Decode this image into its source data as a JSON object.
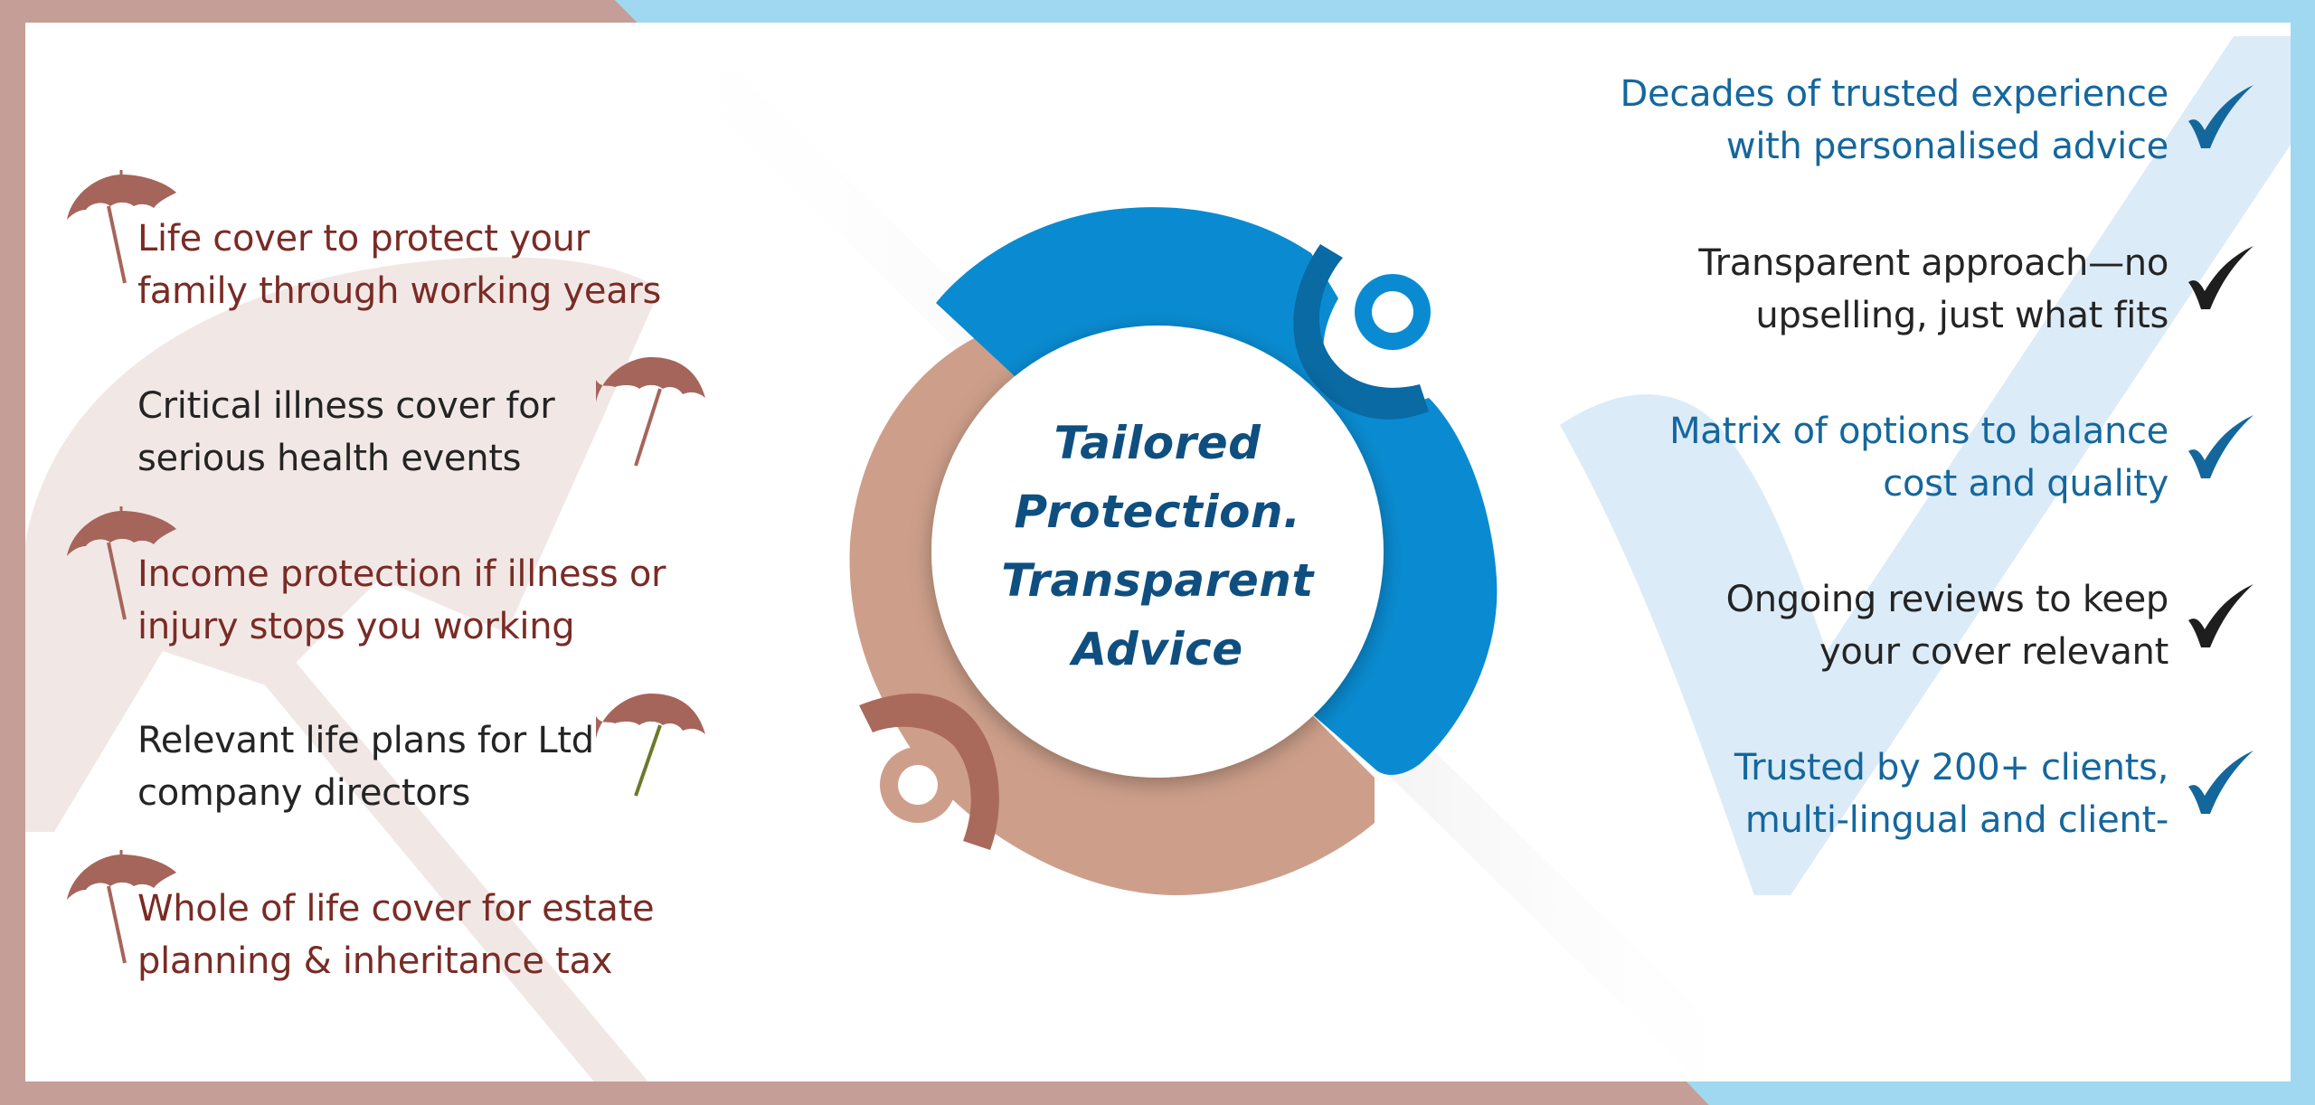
{
  "colors": {
    "frame_brown": "#c59e97",
    "frame_blue": "#a0d8f2",
    "ring_blue": "#0a8bd1",
    "ring_blue_dark": "#0a6aa3",
    "ring_tan": "#cd9f8a",
    "ring_tan_dark": "#a96a5c",
    "umbrella": "#a6655a",
    "text_brown": "#7a2b25",
    "text_dark": "#242424",
    "text_blue": "#14679d",
    "check_blue": "#14679d",
    "check_dark": "#1e1e1e"
  },
  "center": {
    "title_lines": [
      "Tailored",
      "Protection.",
      "Transparent",
      "Advice"
    ]
  },
  "left_items": [
    {
      "lines": [
        "Life cover to protect your",
        "family through working years"
      ],
      "color": "brown",
      "icon": "umbrella-icon",
      "icon_side": "left"
    },
    {
      "lines": [
        "Critical illness cover for",
        "serious health events"
      ],
      "color": "dark",
      "icon": "umbrella-icon",
      "icon_side": "right"
    },
    {
      "lines": [
        "Income protection if illness or",
        "injury stops you working"
      ],
      "color": "brown",
      "icon": "umbrella-icon",
      "icon_side": "left"
    },
    {
      "lines": [
        "Relevant life plans for Ltd",
        "company directors"
      ],
      "color": "dark",
      "icon": "umbrella-icon",
      "icon_side": "right"
    },
    {
      "lines": [
        "Whole of life cover for estate",
        "planning & inheritance tax"
      ],
      "color": "brown",
      "icon": "umbrella-icon",
      "icon_side": "left"
    }
  ],
  "right_items": [
    {
      "lines": [
        "Decades of trusted experience",
        "with personalised advice"
      ],
      "color": "blue",
      "icon": "checkmark-icon"
    },
    {
      "lines": [
        "Transparent approach—no",
        "upselling, just what fits"
      ],
      "color": "dark",
      "icon": "checkmark-icon"
    },
    {
      "lines": [
        "Matrix of options to balance",
        "cost and quality"
      ],
      "color": "blue",
      "icon": "checkmark-icon"
    },
    {
      "lines": [
        "Ongoing reviews to keep",
        "your cover relevant"
      ],
      "color": "dark",
      "icon": "checkmark-icon"
    },
    {
      "lines": [
        "Trusted by 200+ clients,",
        "multi-lingual and client-"
      ],
      "color": "blue",
      "icon": "checkmark-icon"
    }
  ]
}
